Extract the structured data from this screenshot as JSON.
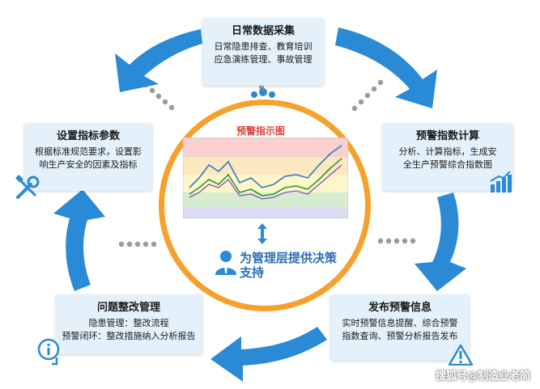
{
  "center": {
    "chart_title": "预警指示图",
    "decision": "为管理层提供决策支持"
  },
  "boxes": {
    "collect": {
      "title": "日常数据采集",
      "line1": "日常隐患排查、教育培训",
      "line2": "应急演练管理、事故管理"
    },
    "index": {
      "title": "预警指数计算",
      "line1": "分析、计算指标，生成安",
      "line2": "全生产预警综合指数图"
    },
    "publish": {
      "title": "发布预警信息",
      "line1": "实时预警信息提醒、综合预警",
      "line2": "指数查询、预警分析报告发布"
    },
    "rectify": {
      "title": "问题整改管理",
      "line1": "隐患管理：整改流程",
      "line2": "预警闭环：整改措施纳入分析报告"
    },
    "settings": {
      "title": "设置指标参数",
      "line1": "根据标准规范要求，设置影",
      "line2": "响生产安全的因素及指标"
    }
  },
  "watermark": "搜狐号@制造业老简",
  "colors": {
    "arrow": "#2b8ad6",
    "ring": "#f6a12b",
    "box": "#e4f1fa"
  },
  "icons": [
    "users-icon",
    "bar-chart-icon",
    "warning-icon",
    "info-icon",
    "tools-icon",
    "manager-icon"
  ]
}
